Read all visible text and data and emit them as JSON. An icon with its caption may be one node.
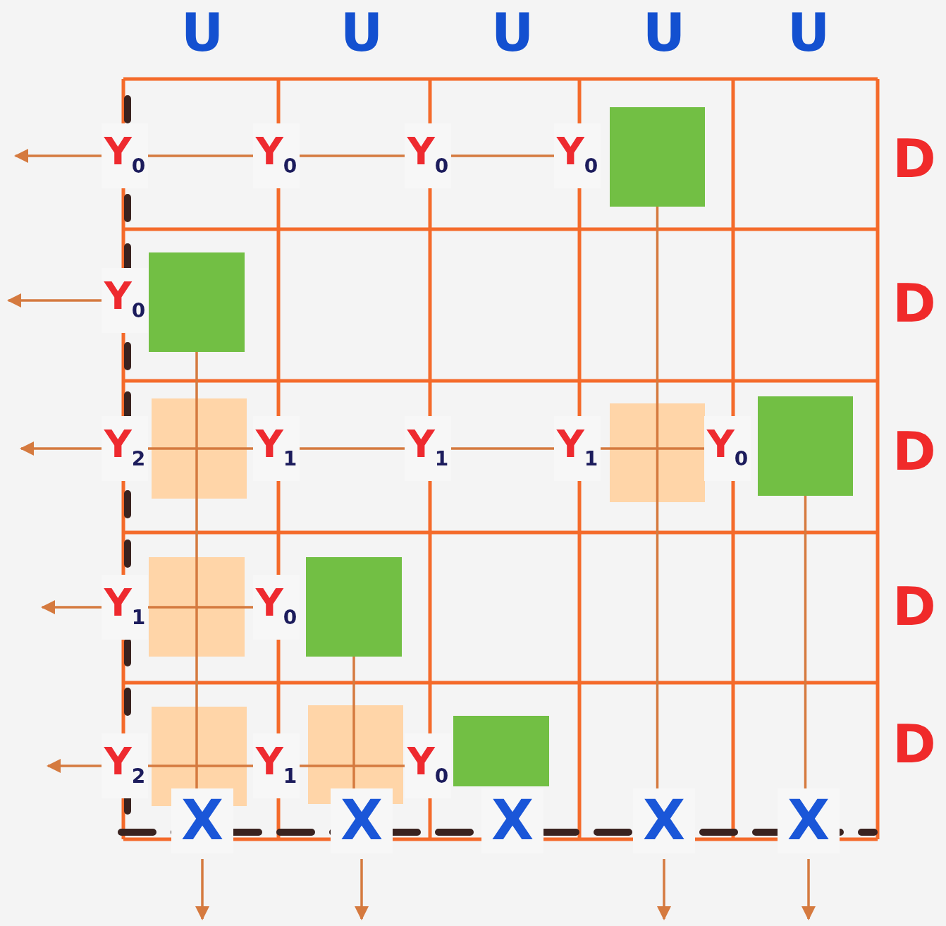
{
  "diagram": {
    "nodes": [
      {
        "text": [
          "Y$_{0}$"
        ]
      },
      {
        "text": [
          "Y$_{0}$"
        ]
      },
      {
        "text": [
          "Y$_{0}$"
        ]
      },
      {
        "text": [
          "Y$_{0}$"
        ]
      },
      {
        "text": [],
        "shape": "box"
      },
      {
        "text": [
          "Y$_{0}$"
        ]
      },
      {
        "text": [],
        "shape": "box"
      },
      {
        "text": [
          "Y$_{2}$"
        ]
      },
      {
        "text": [
          "Y$_{1}$"
        ]
      },
      {
        "text": [
          "Y$_{1}$"
        ]
      },
      {
        "text": [
          "Y$_{1}$"
        ]
      },
      {
        "text": [
          "Y$_{0}$"
        ]
      },
      {
        "text": [],
        "shape": "box"
      },
      {
        "text": [
          "Y$_{1}$"
        ]
      },
      {
        "text": [
          "Y$_{0}$"
        ]
      },
      {
        "text": [],
        "shape": "box"
      },
      {
        "text": [
          "Y$_{2}$"
        ]
      },
      {
        "text": [
          "Y$_{1}$"
        ]
      },
      {
        "text": [
          "Y$_{0}$"
        ]
      },
      {
        "text": [],
        "shape": "box"
      },
      {
        "text": [
          "X"
        ]
      },
      {
        "text": [
          "X"
        ]
      },
      {
        "text": [
          "X"
        ]
      },
      {
        "text": [
          "X"
        ]
      },
      {
        "text": [
          "X"
        ]
      }
    ],
    "edges": [
      {
        "from": 3,
        "to": 2,
        "arrow": "none"
      },
      {
        "from": 2,
        "to": 1,
        "arrow": "none"
      },
      {
        "from": 1,
        "to": 0,
        "arrow": "none"
      },
      {
        "from": 0,
        "to": null,
        "arrow": "to"
      },
      {
        "from": 5,
        "to": null,
        "arrow": "to"
      },
      {
        "from": 11,
        "to": 10,
        "arrow": "none"
      },
      {
        "from": 10,
        "to": 9,
        "arrow": "none"
      },
      {
        "from": 9,
        "to": 8,
        "arrow": "none"
      },
      {
        "from": 8,
        "to": 7,
        "arrow": "none"
      },
      {
        "from": 7,
        "to": null,
        "arrow": "to"
      },
      {
        "from": 14,
        "to": 13,
        "arrow": "none"
      },
      {
        "from": 13,
        "to": null,
        "arrow": "to"
      },
      {
        "from": 18,
        "to": 17,
        "arrow": "none"
      },
      {
        "from": 17,
        "to": 16,
        "arrow": "none"
      },
      {
        "from": 16,
        "to": null,
        "arrow": "to"
      },
      {
        "from": 6,
        "to": 20,
        "arrow": "none"
      },
      {
        "from": 20,
        "to": null,
        "arrow": "to"
      },
      {
        "from": 15,
        "to": 21,
        "arrow": "none"
      },
      {
        "from": 21,
        "to": null,
        "arrow": "to"
      },
      {
        "from": 4,
        "to": 23,
        "arrow": "none"
      },
      {
        "from": 23,
        "to": null,
        "arrow": "to"
      },
      {
        "from": 12,
        "to": 24,
        "arrow": "none"
      },
      {
        "from": 24,
        "to": null,
        "arrow": "to"
      }
    ],
    "labels": [
      "U",
      "U",
      "U",
      "U",
      "U",
      "D",
      "D",
      "D",
      "D",
      "D"
    ]
  }
}
